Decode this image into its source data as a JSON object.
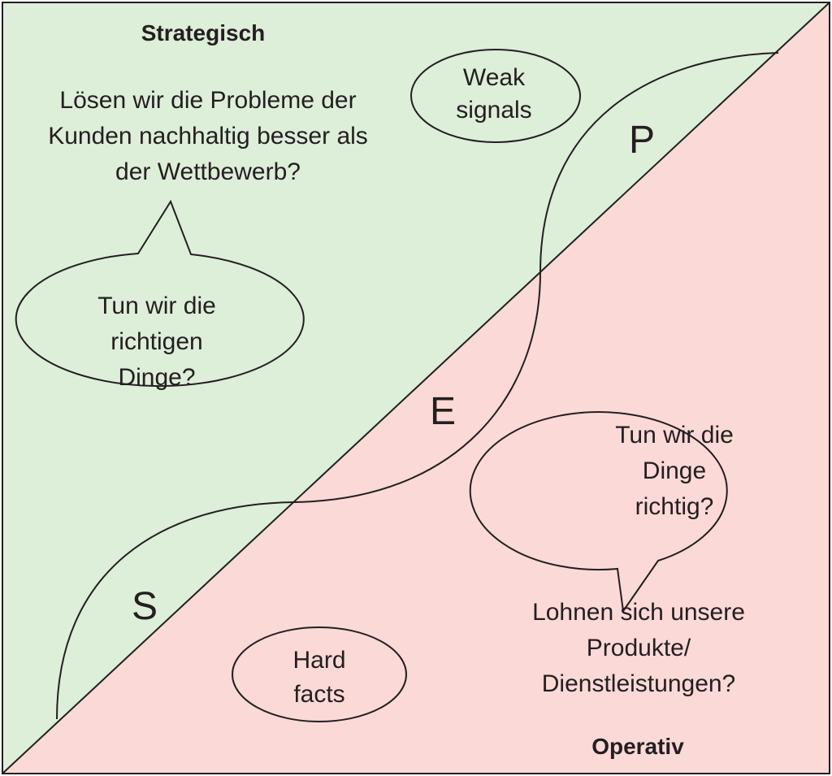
{
  "colors": {
    "strategic": "#ddeed9",
    "operative": "#fbd9d6",
    "line": "#231f20"
  },
  "top_label": "Strategisch",
  "bottom_label": "Operativ",
  "strategic_question": [
    "Lösen wir die Probleme der",
    "Kunden nachhaltig besser als",
    "der Wettbewerb?"
  ],
  "left_bubble": [
    "Tun wir die",
    "richtigen",
    "Dinge?"
  ],
  "weak_signals": [
    "Weak",
    "signals"
  ],
  "hard_facts": [
    "Hard",
    "facts"
  ],
  "right_bubble": [
    "Tun wir die",
    "Dinge",
    "richtig?"
  ],
  "operative_question": [
    "Lohnen sich unsere",
    "Produkte/",
    "Dienstleistungen?"
  ],
  "curve_letters": {
    "p": "P",
    "e": "E",
    "s": "S"
  }
}
